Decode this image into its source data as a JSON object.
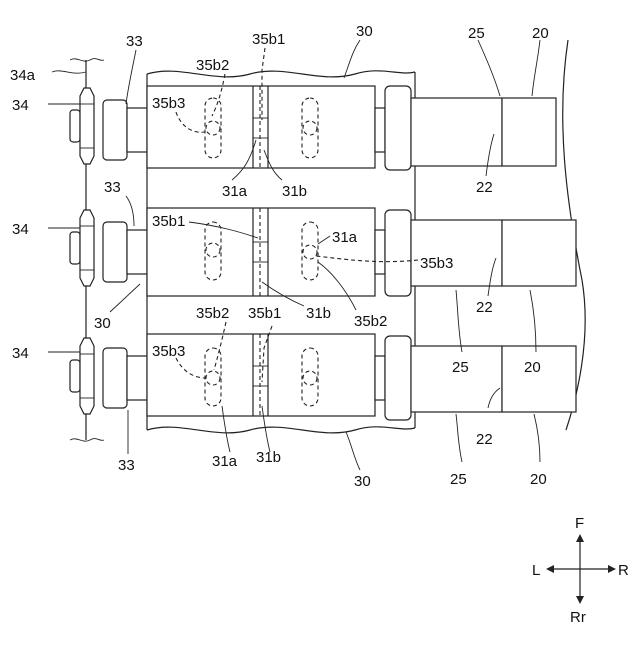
{
  "figure": {
    "labels": {
      "ref_34a": "34a",
      "ref_34": "34",
      "ref_33": "33",
      "ref_30": "30",
      "ref_35b1": "35b1",
      "ref_35b2": "35b2",
      "ref_35b3": "35b3",
      "ref_31a": "31a",
      "ref_31b": "31b",
      "ref_25": "25",
      "ref_22": "22",
      "ref_20": "20"
    },
    "compass": {
      "front": "F",
      "rear": "Rr",
      "left": "L",
      "right": "R"
    }
  }
}
